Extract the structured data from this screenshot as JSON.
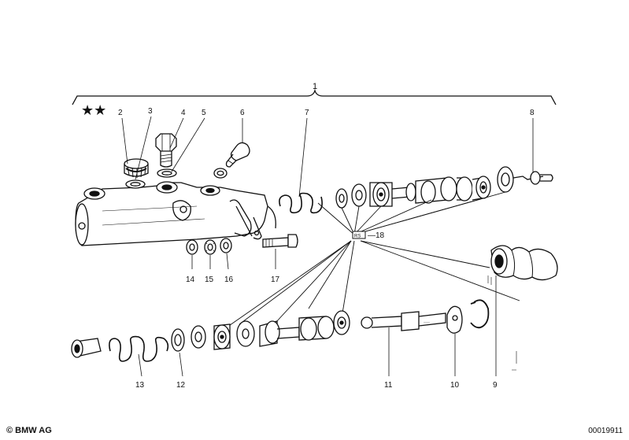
{
  "diagram": {
    "labels": {
      "assembly": "1",
      "p2": "2",
      "p3": "3",
      "p4": "4",
      "p5": "5",
      "p6": "6",
      "p7": "7",
      "p8": "8",
      "p9": "9",
      "p10": "10",
      "p11": "11",
      "p12": "12",
      "p13": "13",
      "p14": "14",
      "p15": "15",
      "p16": "16",
      "p17": "17",
      "p18": "18"
    },
    "stars": "★★",
    "box_label": "RS",
    "box_part": "—18"
  },
  "footer": {
    "brand": "© BMW AG",
    "code": "00019911"
  }
}
